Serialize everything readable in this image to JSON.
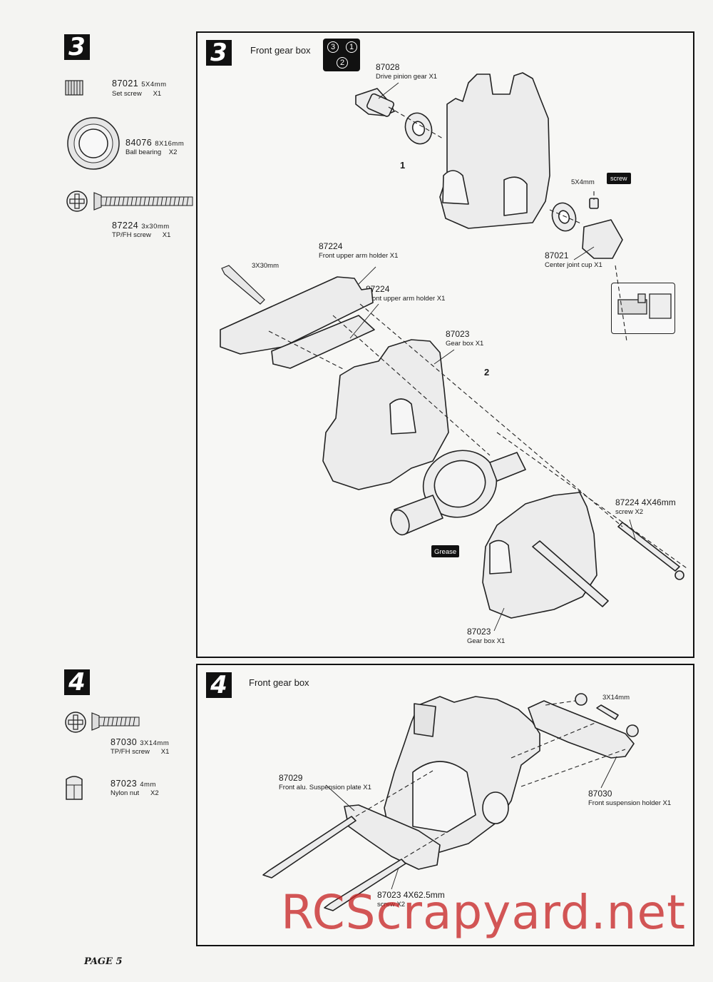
{
  "left_column": {
    "step3": {
      "number": "3",
      "parts": [
        {
          "part_no": "87021",
          "size": "5X4mm",
          "name": "Set screw",
          "qty": "X1"
        },
        {
          "part_no": "84076",
          "size": "8X16mm",
          "name": "Ball bearing",
          "qty": "X2"
        },
        {
          "part_no": "87224",
          "size": "3x30mm",
          "name": "TP/FH  screw",
          "qty": "X1"
        }
      ]
    },
    "step4": {
      "number": "4",
      "parts": [
        {
          "part_no": "87030",
          "size": "3X14mm",
          "name": "TP/FH  screw",
          "qty": "X1"
        },
        {
          "part_no": "87023",
          "size": "4mm",
          "name": "Nylon nut",
          "qty": "X2"
        }
      ]
    }
  },
  "panel3": {
    "number": "3",
    "title": "Front gear box",
    "order_badge": [
      "3",
      "1",
      "2"
    ],
    "sub_steps": [
      "1",
      "2"
    ],
    "labels": [
      {
        "part_no": "87028",
        "desc": "Drive pinion gear   X1"
      },
      {
        "part_no": "5X4mm",
        "desc": ""
      },
      {
        "part_no": "87021",
        "desc": "Center joint cup   X1"
      },
      {
        "part_no": "87224",
        "desc": "Front upper arm holder  X1"
      },
      {
        "part_no": "87224",
        "desc": "Front upper arm holder  X1"
      },
      {
        "part_no": "87023",
        "desc": "Gear box   X1"
      },
      {
        "part_no": "87224  4X46mm",
        "desc": "screw        X2"
      },
      {
        "part_no": "87023",
        "desc": "Gear box   X1"
      }
    ],
    "screw_tag": "screw",
    "screw_3x30": "3X30mm",
    "grease_tag": "Grease"
  },
  "panel4": {
    "number": "4",
    "title": "Front gear box",
    "labels": [
      {
        "part_no": "87029",
        "desc": "Front alu. Suspension plate  X1"
      },
      {
        "part_no": "87030",
        "desc": "Front suspension holder   X1"
      },
      {
        "part_no": "87023  4X62.5mm",
        "desc": "screw     X2"
      }
    ],
    "screw_3x14": "3X14mm"
  },
  "watermark": "RCScrapyard.net",
  "footer": "PAGE  5"
}
